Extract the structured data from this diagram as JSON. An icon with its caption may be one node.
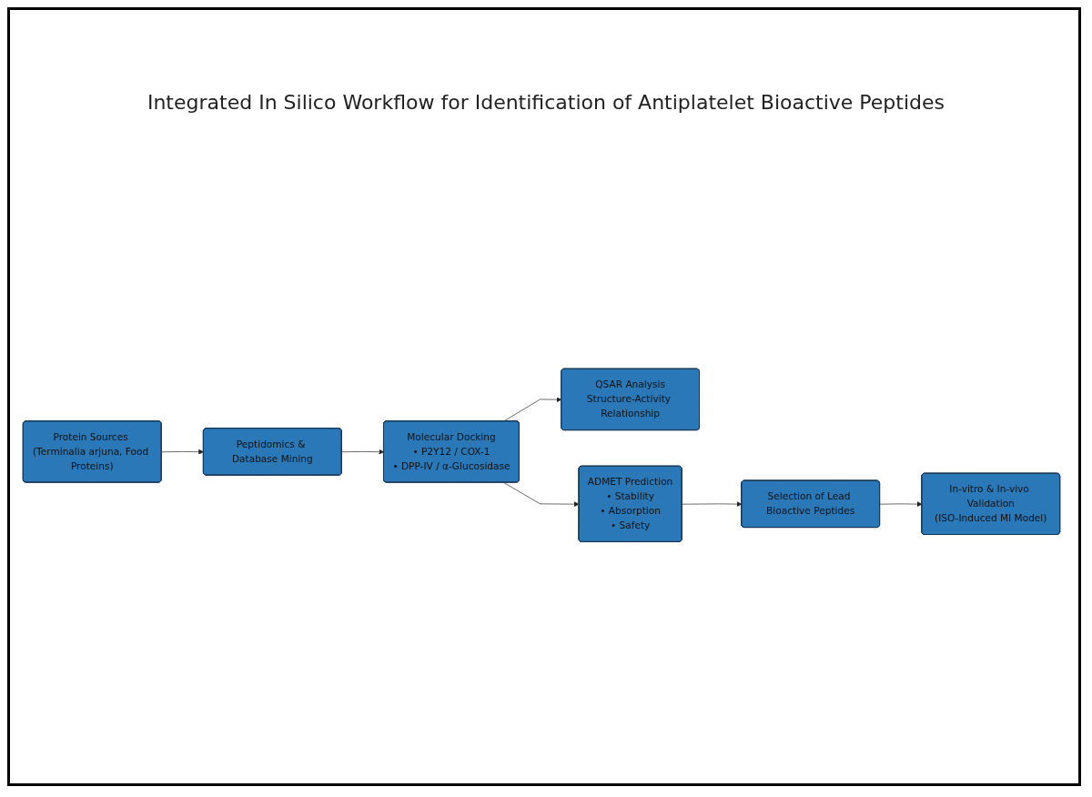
{
  "diagram": {
    "title": "Integrated In Silico Workflow for Identification of Antiplatelet Bioactive Peptides",
    "nodes": [
      {
        "text": [
          "Protein Sources (Terminalia arjuna, Food Proteins)"
        ]
      },
      {
        "text": [
          "Peptidomics & Database Mining"
        ]
      },
      {
        "text": [
          "Molecular Docking",
          "• P2Y12 / COX-1",
          "• DPP-IV / α-Glucosidase"
        ]
      },
      {
        "text": [
          "QSAR Analysis",
          "Structure-Activity Relationship"
        ]
      },
      {
        "text": [
          "ADMET Prediction",
          "• Stability",
          "• Absorption",
          "• Safety"
        ]
      },
      {
        "text": [
          "Selection of Lead Bioactive Peptides"
        ]
      },
      {
        "text": [
          "In-vitro & In-vivo Validation",
          "(ISO-Induced MI Model)"
        ]
      }
    ],
    "edges": [
      {
        "from": 0,
        "to": 1,
        "arrow": "to"
      },
      {
        "from": 1,
        "to": 2,
        "arrow": "to"
      },
      {
        "from": 2,
        "to": 3,
        "arrow": "to"
      },
      {
        "from": 2,
        "to": 4,
        "arrow": "to"
      },
      {
        "from": 4,
        "to": 5,
        "arrow": "to"
      },
      {
        "from": 5,
        "to": 6,
        "arrow": "to"
      }
    ]
  }
}
